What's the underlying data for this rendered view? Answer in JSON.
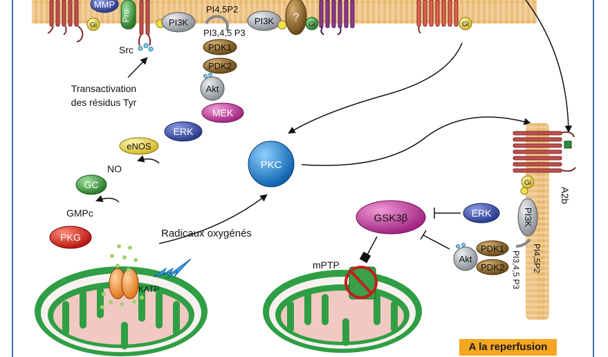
{
  "labels": {
    "mmp": "MMP",
    "pro": "Pro",
    "gi": "Gi",
    "pi3k": "PI3K",
    "pip2": "PI4,5P2",
    "pip3": "PI3,4,5 P3",
    "question": "?",
    "pdk1": "PDK1",
    "pdk2": "PDK2",
    "akt": "Akt",
    "mek": "MEK",
    "erk": "ERK",
    "enos": "eNOS",
    "no": "NO",
    "gc": "GC",
    "gmpc": "GMPc",
    "pkg": "PKG",
    "src": "Src",
    "transactivation_line1": "Transactivation",
    "transactivation_line2": "des résidus Tyr",
    "pkc": "PKC",
    "radicaux": "Radicaux oxygénés",
    "katp": "KATP",
    "gsk3b": "GSK3β",
    "mptp": "mPTP",
    "a2b": "A2b"
  },
  "footer": {
    "phase": "A la reperfusion"
  },
  "colors": {
    "membrane": "#f3cf99",
    "receptor_red": "#c0504d",
    "receptor_purple": "#8e3a8e",
    "gi_yellow": "#f4e04d",
    "pi3k_gray": "#b9bcc4",
    "pdk_brown": "#8b6a2e",
    "mek_magenta": "#c0399b",
    "erk_blue": "#3b4fa8",
    "enos_yellow": "#f4e04d",
    "gc_green": "#3a9a3a",
    "pkg_red": "#d9322a",
    "pkc_blue": "#1b7fcf",
    "gsk_magenta": "#c0399b",
    "mito_green": "#2f9e44",
    "mito_pink": "#f2c9c2",
    "badge_orange": "#f5a623"
  }
}
